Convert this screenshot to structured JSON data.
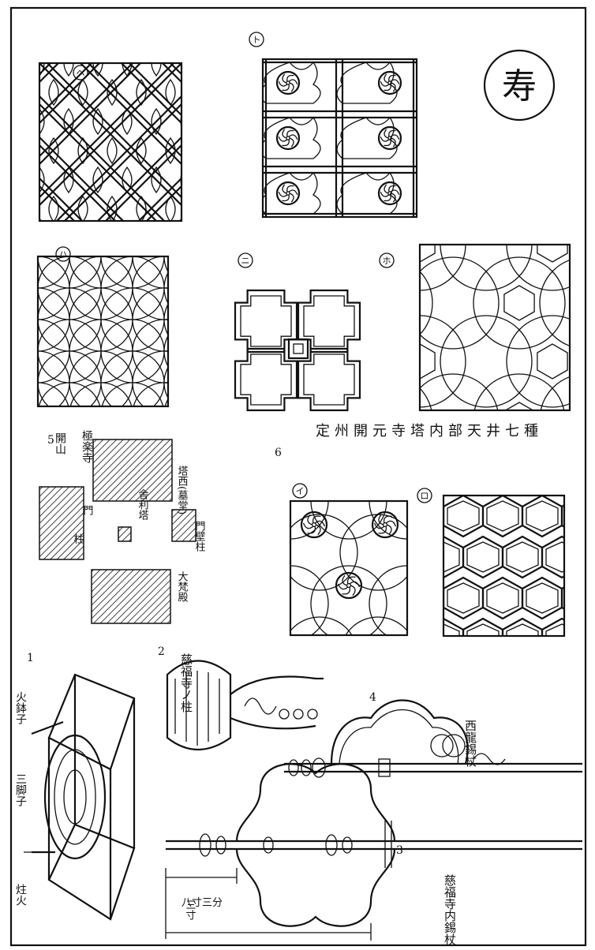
{
  "panel_markers": {
    "i": "イ",
    "ro": "ロ",
    "ha": "ハ",
    "ni": "ニ",
    "ho": "ホ",
    "he": "ヘ",
    "to": "ト"
  },
  "figure_numbers": {
    "f1": "1",
    "f2": "2",
    "f3": "3",
    "f4": "4",
    "f5": "5",
    "f6": "6"
  },
  "seal_text": "寿",
  "fig6": {
    "title": "定州開元寺塔内部天井七種"
  },
  "fig5": {
    "title": "極楽寺",
    "label_kaisan": "開山",
    "label_kyutouritsu": "塔西(墓堂)",
    "label_sari": "舎利塔",
    "label_monhekichu": "門壁柱",
    "label_daikyou": "大梵殿",
    "label_hashira": "柱",
    "label_mon": "門"
  },
  "fig1": {
    "label_hibachi": "火鉢子",
    "label_sankyaku": "三脚子",
    "label_hikiire": "炷火"
  },
  "fig2": {
    "label_title": "慈福寺ノ柱"
  },
  "fig3": {
    "label_title": "慈福寺内錫杖",
    "dim_upper": "三寸",
    "dim_lower": "八寸三分"
  },
  "fig4": {
    "label_title": "西龍錫杖"
  }
}
